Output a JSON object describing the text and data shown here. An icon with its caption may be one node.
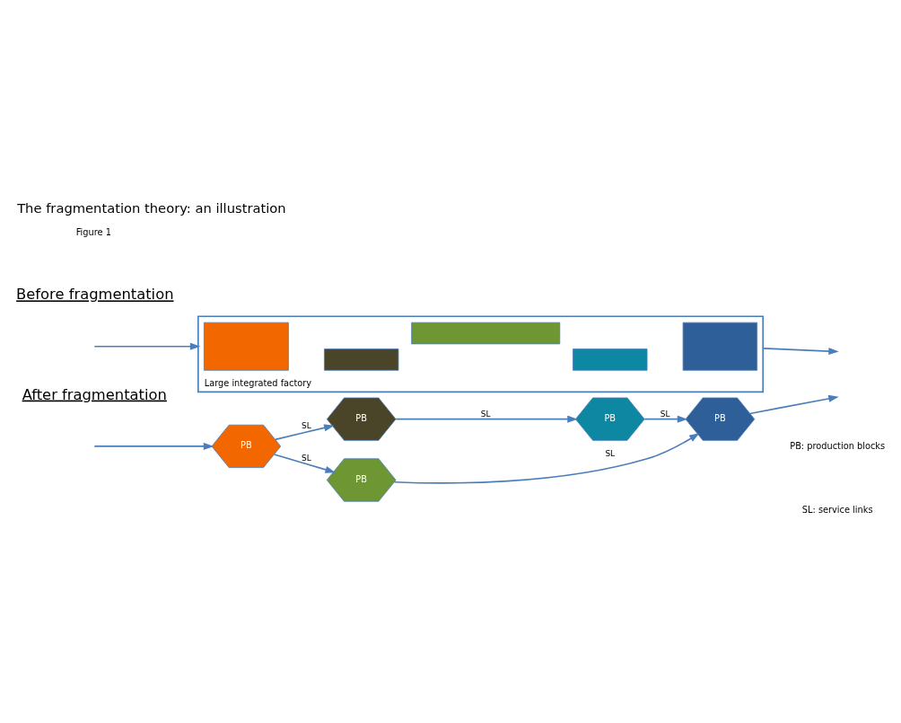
{
  "diagram": {
    "title": "The fragmentation theory: an illustration",
    "nodes": [
      {
        "text": [],
        "shape": "box",
        "beside": [
          "Large integrated factory"
        ]
      },
      {
        "text": [],
        "shape": "box",
        "in": 0
      },
      {
        "text": [],
        "shape": "box",
        "in": 0
      },
      {
        "text": [],
        "shape": "box",
        "in": 0
      },
      {
        "text": [],
        "shape": "box",
        "in": 0
      },
      {
        "text": [],
        "shape": "box",
        "in": 0
      },
      {
        "text": [
          "PB"
        ]
      },
      {
        "text": [
          "PB"
        ]
      },
      {
        "text": [
          "PB"
        ]
      },
      {
        "text": [
          "PB"
        ]
      },
      {
        "text": [
          "PB"
        ]
      }
    ],
    "edges": [
      {
        "from": null,
        "to": 0,
        "arrow": "to"
      },
      {
        "from": 0,
        "to": null,
        "arrow": "to"
      },
      {
        "from": null,
        "to": 6,
        "arrow": "to"
      },
      {
        "from": 6,
        "to": 7,
        "arrow": "to",
        "label": "SL"
      },
      {
        "from": 7,
        "to": 8,
        "arrow": "to",
        "label": "SL"
      },
      {
        "from": 8,
        "to": 10,
        "arrow": "to",
        "label": "SL"
      },
      {
        "from": 6,
        "to": 9,
        "arrow": "to",
        "label": "SL"
      },
      {
        "from": 9,
        "to": 10,
        "arrow": "to",
        "label": "SL"
      },
      {
        "from": 10,
        "to": null,
        "arrow": "to"
      }
    ],
    "labels": [
      "Figure 1",
      "Before fragmentation",
      "After fragmentation",
      "PB: production blocks",
      "SL: service links"
    ]
  }
}
